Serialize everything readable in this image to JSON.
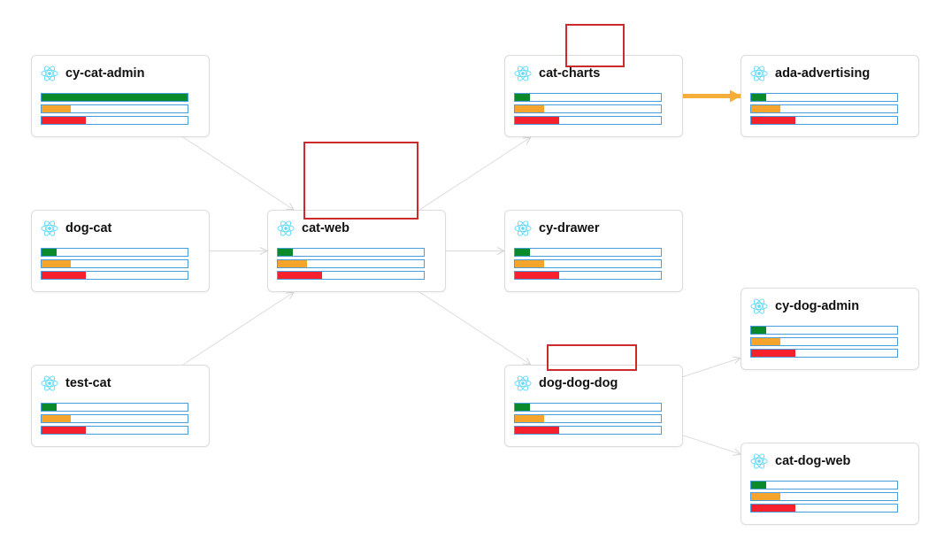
{
  "colors": {
    "coverage_high": "#0a8a2a",
    "coverage_mid": "#f5a42c",
    "coverage_low": "#f5222d",
    "bar_border": "#4a9edb",
    "edge": "#dcdcdc",
    "edge_highlight": "#f6ae3a",
    "react_icon": "#61dafb",
    "annotation": "#cc2b2b"
  },
  "icon": "react-icon",
  "nodes": [
    {
      "id": "cy-cat-admin",
      "label": "cy-cat-admin",
      "bars": [
        1.0,
        0.2,
        0.3
      ]
    },
    {
      "id": "dog-cat",
      "label": "dog-cat",
      "bars": [
        0.1,
        0.2,
        0.3
      ]
    },
    {
      "id": "test-cat",
      "label": "test-cat",
      "bars": [
        0.1,
        0.2,
        0.3
      ]
    },
    {
      "id": "cat-web",
      "label": "cat-web",
      "bars": [
        0.1,
        0.2,
        0.3
      ]
    },
    {
      "id": "cat-charts",
      "label": "cat-charts",
      "bars": [
        0.1,
        0.2,
        0.3
      ]
    },
    {
      "id": "cy-drawer",
      "label": "cy-drawer",
      "bars": [
        0.1,
        0.2,
        0.3
      ]
    },
    {
      "id": "dog-dog-dog",
      "label": "dog-dog-dog",
      "bars": [
        0.1,
        0.2,
        0.3
      ]
    },
    {
      "id": "ada-advertising",
      "label": "ada-advertising",
      "bars": [
        0.1,
        0.2,
        0.3
      ]
    },
    {
      "id": "cy-dog-admin",
      "label": "cy-dog-admin",
      "bars": [
        0.1,
        0.2,
        0.3
      ]
    },
    {
      "id": "cat-dog-web",
      "label": "cat-dog-web",
      "bars": [
        0.1,
        0.2,
        0.3
      ]
    }
  ],
  "edges": [
    {
      "from": "cy-cat-admin",
      "to": "cat-web"
    },
    {
      "from": "dog-cat",
      "to": "cat-web"
    },
    {
      "from": "test-cat",
      "to": "cat-web"
    },
    {
      "from": "cat-web",
      "to": "cat-charts"
    },
    {
      "from": "cat-web",
      "to": "cy-drawer"
    },
    {
      "from": "cat-web",
      "to": "dog-dog-dog"
    },
    {
      "from": "cat-charts",
      "to": "ada-advertising",
      "highlight": true
    },
    {
      "from": "dog-dog-dog",
      "to": "cy-dog-admin"
    },
    {
      "from": "dog-dog-dog",
      "to": "cat-dog-web"
    }
  ]
}
